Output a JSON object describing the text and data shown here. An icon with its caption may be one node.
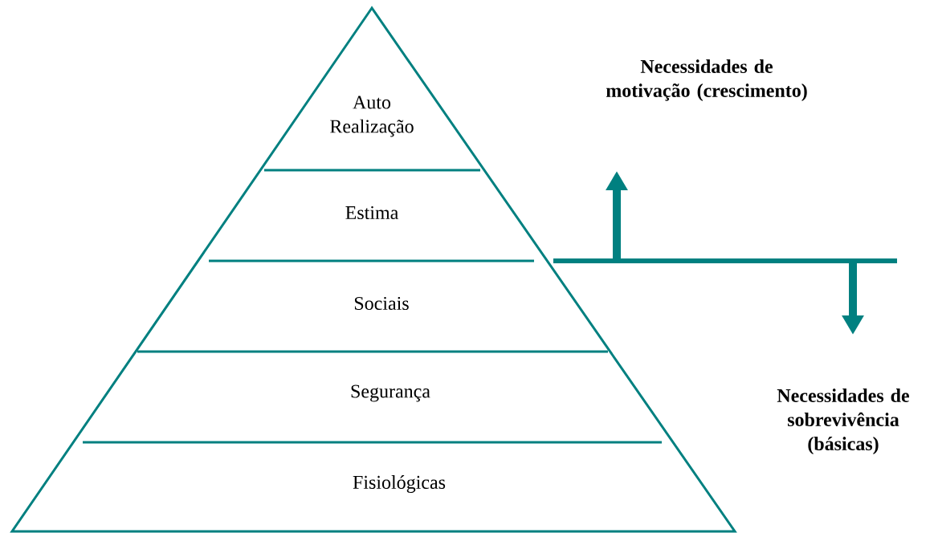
{
  "diagram": {
    "nodes": [
      {
        "text": [
          "Auto Realização"
        ]
      },
      {
        "text": [
          "Estima"
        ]
      },
      {
        "text": [
          "Sociais"
        ]
      },
      {
        "text": [
          "Segurança"
        ]
      },
      {
        "text": [
          "Fisiológicas"
        ]
      }
    ],
    "labels": [
      "Necessidades de motivação (crescimento)",
      "Necessidades de sobrevivência (básicas)"
    ]
  }
}
